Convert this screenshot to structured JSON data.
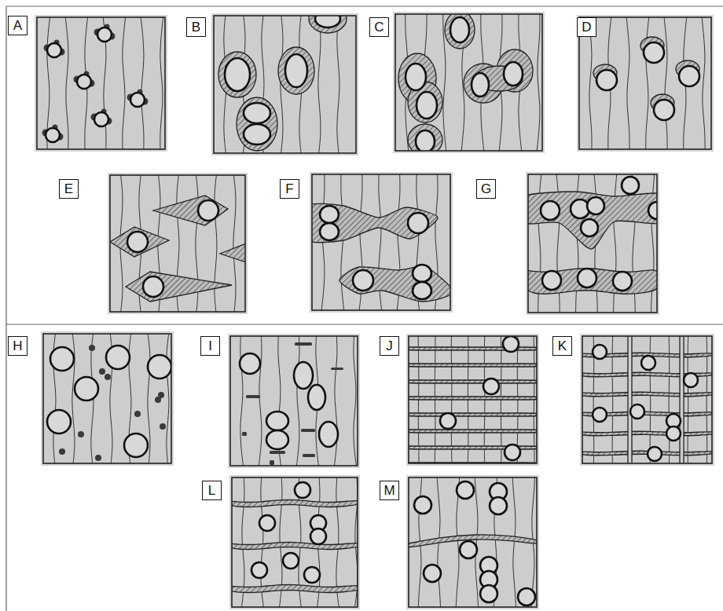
{
  "diagram": {
    "nodes": [
      {
        "text": [
          "A"
        ]
      },
      {
        "text": [
          "B"
        ]
      },
      {
        "text": [
          "C"
        ]
      },
      {
        "text": [
          "D"
        ]
      },
      {
        "text": [
          "E"
        ]
      },
      {
        "text": [
          "F"
        ]
      },
      {
        "text": [
          "G"
        ]
      },
      {
        "text": [
          "H"
        ]
      },
      {
        "text": [
          "I"
        ]
      },
      {
        "text": [
          "J"
        ]
      },
      {
        "text": [
          "K"
        ]
      },
      {
        "text": [
          "L"
        ]
      },
      {
        "text": [
          "M"
        ]
      }
    ]
  }
}
